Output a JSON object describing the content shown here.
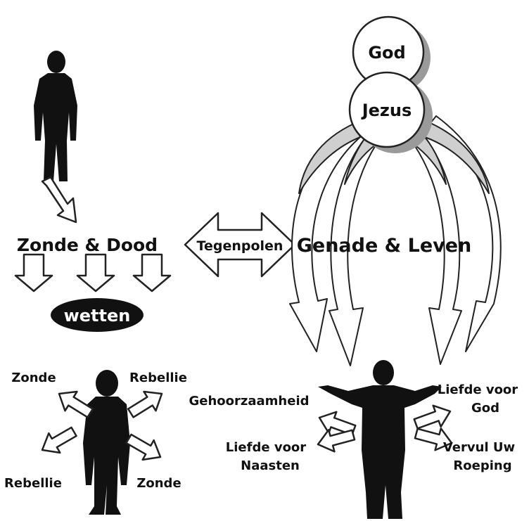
{
  "left": {
    "title": "Zonde & Dood",
    "badge": "wetten",
    "arrows": {
      "top_left": "Zonde",
      "top_right": "Rebellie",
      "bottom_left": "Rebellie",
      "bottom_right": "Zonde"
    }
  },
  "middle": {
    "label": "Tegenpolen"
  },
  "right": {
    "title": "Genade & Leven",
    "circle_top": "God",
    "circle_bottom": "Jezus",
    "arrows": {
      "top_left": "Gehoorzaamheid",
      "top_right_line1": "Liefde voor",
      "top_right_line2": "God",
      "bottom_left_line1": "Liefde voor",
      "bottom_left_line2": "Naasten",
      "bottom_right_line1": "Vervul Uw",
      "bottom_right_line2": "Roeping"
    }
  },
  "colors": {
    "ink": "#111111",
    "outline": "#222222",
    "shadow": "#9a9a9a",
    "ribbon": "#cfcfcf",
    "paper": "#ffffff"
  }
}
